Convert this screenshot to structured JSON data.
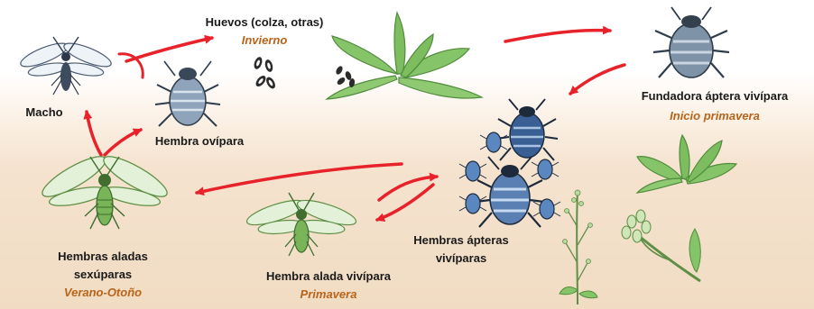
{
  "stages": {
    "macho": {
      "name": "Macho"
    },
    "hembra_ovipara": {
      "name": "Hembra ovípara"
    },
    "huevos": {
      "name": "Huevos (colza, otras)",
      "season": "Invierno"
    },
    "fundadora": {
      "name": "Fundadora áptera vivípara",
      "season": "Inicio primavera"
    },
    "apteras": {
      "name_line1": "Hembras ápteras",
      "name_line2": "vivíparas"
    },
    "alada_vivipara": {
      "name": "Hembra alada vivípara",
      "season": "Primavera"
    },
    "sexuparas": {
      "name_line1": "Hembras aladas",
      "name_line2": "sexúparas",
      "season": "Verano-Otoño"
    }
  },
  "colors": {
    "arrow": "#e8222a",
    "season_text": "#b8641a",
    "plant": "#7fbf5e",
    "aphid_dark": "#2f3c4a",
    "aphid_blue": "#3a5f95"
  }
}
